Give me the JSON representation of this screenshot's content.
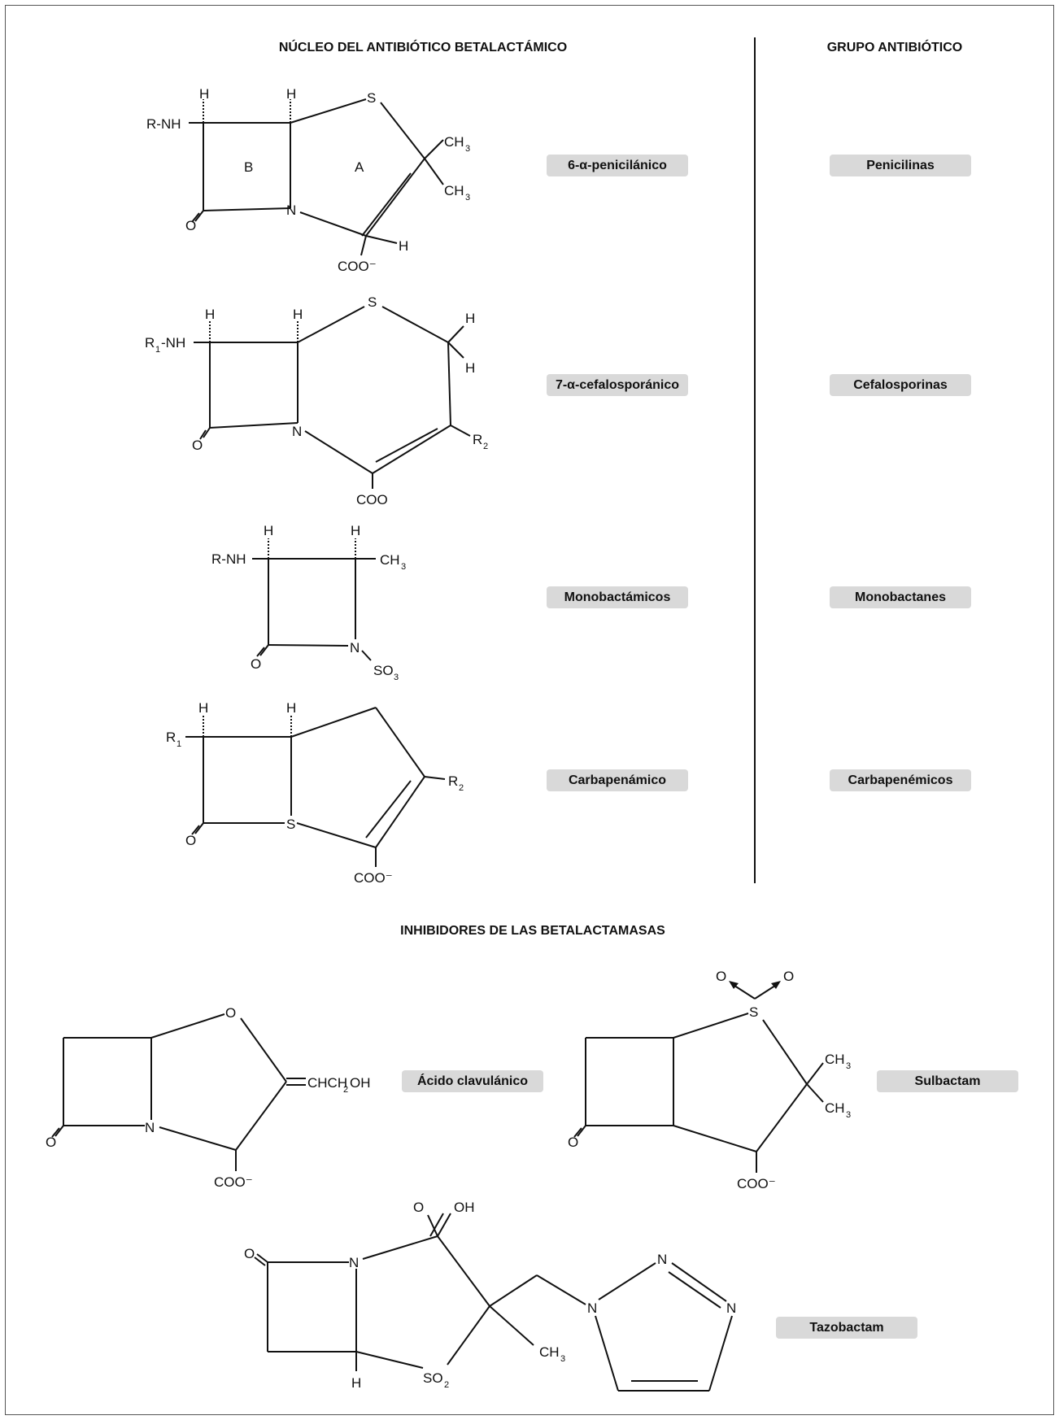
{
  "headings": {
    "nucleus": "NÚCLEO DEL ANTIBIÓTICO BETALACTÁMICO",
    "group": "GRUPO ANTIBIÓTICO",
    "inhibitors": "INHIBIDORES DE LAS BETALACTAMASAS"
  },
  "nuclei": [
    {
      "name": "6-α-penicilánico",
      "group": "Penicilinas"
    },
    {
      "name": "7-α-cefalosporánico",
      "group": "Cefalosporinas"
    },
    {
      "name": "Monobactámicos",
      "group": "Monobactanes"
    },
    {
      "name": "Carbapenámico",
      "group": "Carbapenémicos"
    }
  ],
  "inhibitors": [
    {
      "name": "Ácido clavulánico"
    },
    {
      "name": "Sulbactam"
    },
    {
      "name": "Tazobactam"
    }
  ],
  "atoms": {
    "rnh": "R-NH",
    "r1nh_r": "R",
    "r1nh_sub": "1",
    "r1nh_rest": "-NH",
    "h": "H",
    "s": "S",
    "n": "N",
    "o": "O",
    "ch": "CH",
    "three": "3",
    "r": "R",
    "one": "1",
    "two": "2",
    "coo_minus": "COO⁻",
    "coo": "COO",
    "ring_a": "A",
    "ring_b": "B",
    "so": "SO",
    "oh": "OH",
    "chch2oh_a": "CHCH",
    "chch2oh_b": "OH"
  }
}
